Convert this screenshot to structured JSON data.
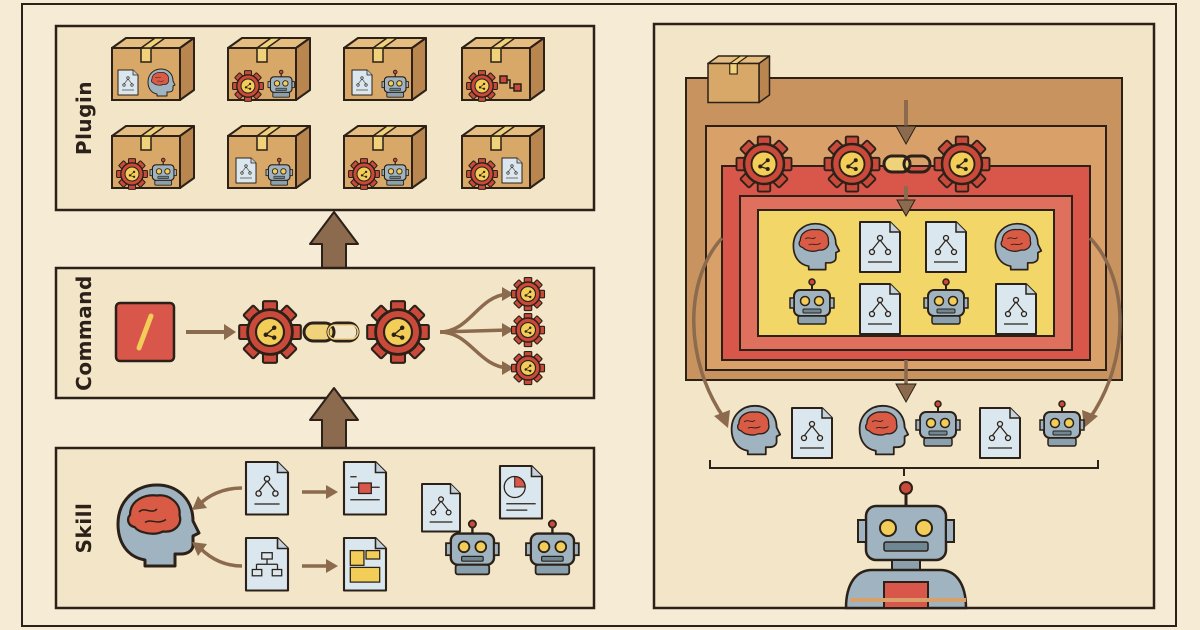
{
  "layers": {
    "plugin": {
      "label": "Plugin"
    },
    "command": {
      "label": "Command"
    },
    "skill": {
      "label": "Skill"
    }
  },
  "icons": {
    "package": "box-icon",
    "gear": "gear-icon",
    "chain": "chain-link-icon",
    "slash_command": "slash-command-icon",
    "brain_head": "brain-head-icon",
    "document": "document-icon",
    "robot": "robot-icon",
    "arrow": "arrow-icon"
  },
  "colors": {
    "background": "#f6ecd6",
    "panel": "#f3e5c8",
    "outline": "#2b2118",
    "box": "#d8a868",
    "tape": "#f0d27a",
    "gear": "#c94a3a",
    "gear_center": "#f2cd58",
    "robot": "#9fb4c0",
    "arrow": "#8b6a4d",
    "plugin_layer": "#c9935f",
    "command_layer": "#d8574a",
    "skill_layer": "#f3d668"
  }
}
